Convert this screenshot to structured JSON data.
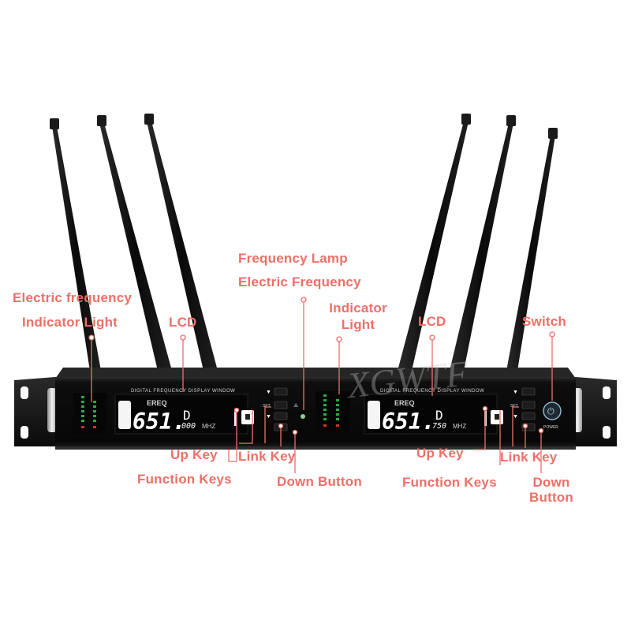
{
  "labels": {
    "frequency_lamp": "Frequency Lamp",
    "electric_frequency": "Electric Frequency",
    "left_electric_frequency": "Electric frequency",
    "left_indicator_light": "Indicator Light",
    "left_lcd": "LCD",
    "center_indicator": "Indicator",
    "center_light": "Light",
    "right_lcd": "LCD",
    "switch": "Switch",
    "left_up_key": "Up Key",
    "left_link_key": "Link Key",
    "left_function_keys": "Function Keys",
    "left_down_button": "Down Button",
    "right_up_key": "Up Key",
    "right_link_key": "Link Key",
    "right_function_keys": "Function Keys",
    "right_down": "Down",
    "right_button": "Button"
  },
  "device": {
    "panel_title": "DIGITAL FREQUENCY DISPLAY WINDOW",
    "channel_a": {
      "freq_tag": "EREQ",
      "freq_main": "651.",
      "freq_sub": "000",
      "unit": "MHZ",
      "mode": "D"
    },
    "channel_b": {
      "freq_tag": "EREQ",
      "freq_main": "651.",
      "freq_sub": "750",
      "unit": "MHZ",
      "mode": "D"
    },
    "set_key": "SET",
    "power_label": "POWER",
    "watermark": "XGWTF"
  },
  "colors": {
    "label": "#ec7068",
    "chassis": "#0d0d0d",
    "rack_ear": "#1b1b1b",
    "antenna": "#111111"
  }
}
